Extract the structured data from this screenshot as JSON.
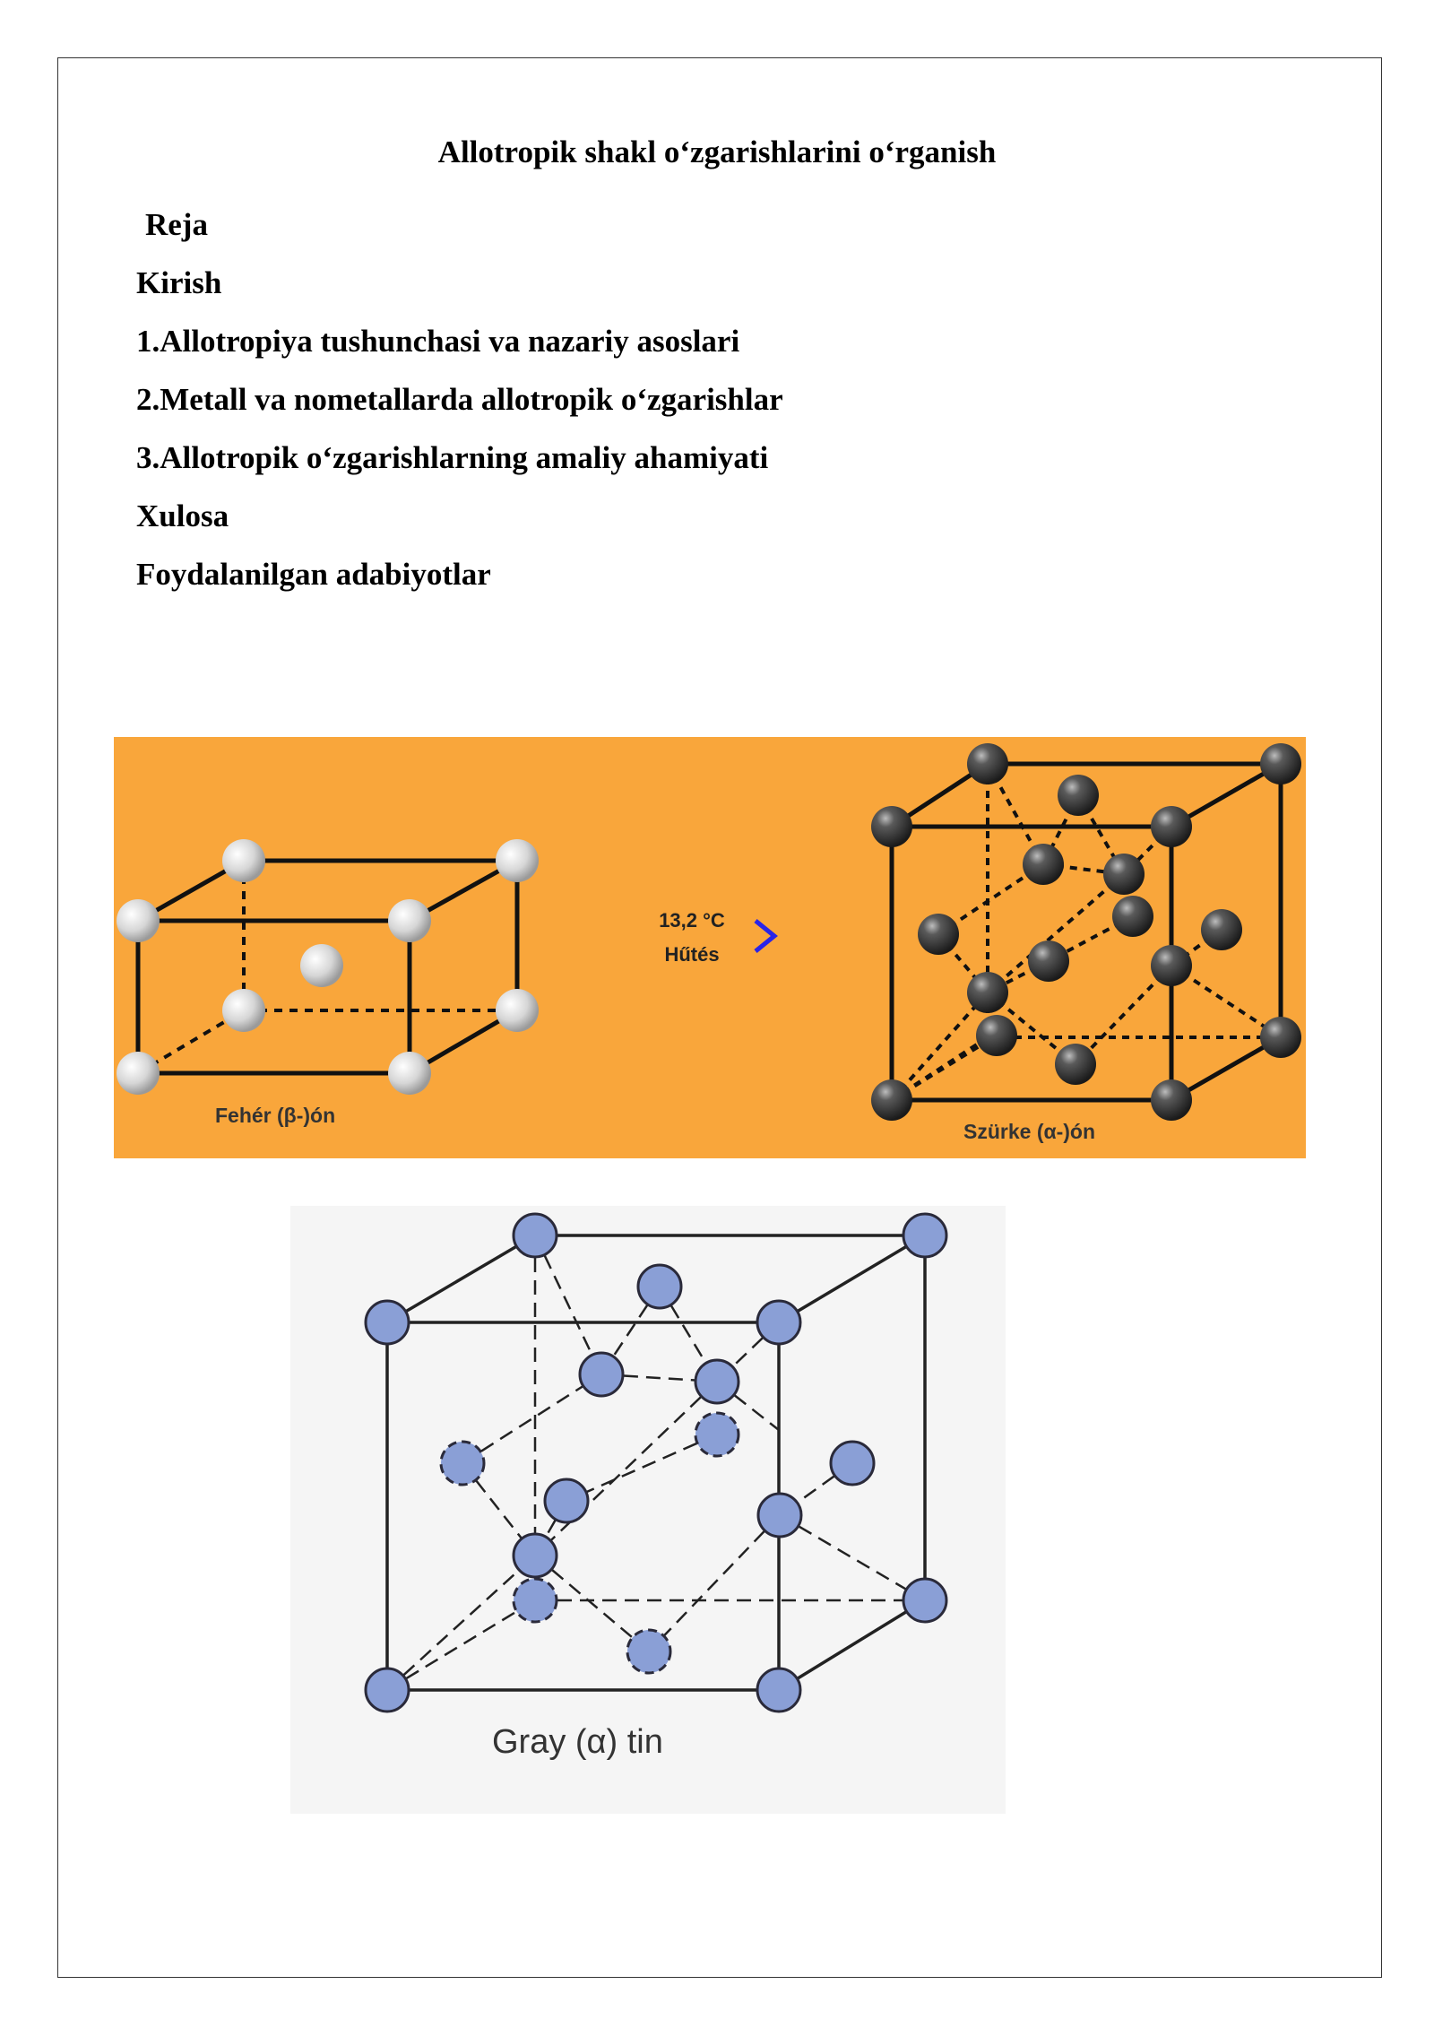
{
  "document": {
    "title": "Allotropik shakl o‘zgarishlarini o‘rganish",
    "toc": [
      "Reja",
      "Kirish",
      "1.Allotropiya tushunchasi va nazariy asoslari",
      "2.Metall va nometallarda allotropik o‘zgarishlar",
      "3.Allotropik o‘zgarishlarning amaliy ahamiyati",
      "Xulosa",
      "Foydalanilgan adabiyotlar"
    ]
  },
  "figure1": {
    "left_label": "Fehér (β-)ón",
    "right_label": "Szürke (α-)ón",
    "arrow_temp": "13,2 °C",
    "arrow_caption": "Hűtés",
    "background_color": "#f9a63b"
  },
  "figure2": {
    "caption": "Gray (α) tin",
    "atom_color": "#8a9fd6"
  }
}
